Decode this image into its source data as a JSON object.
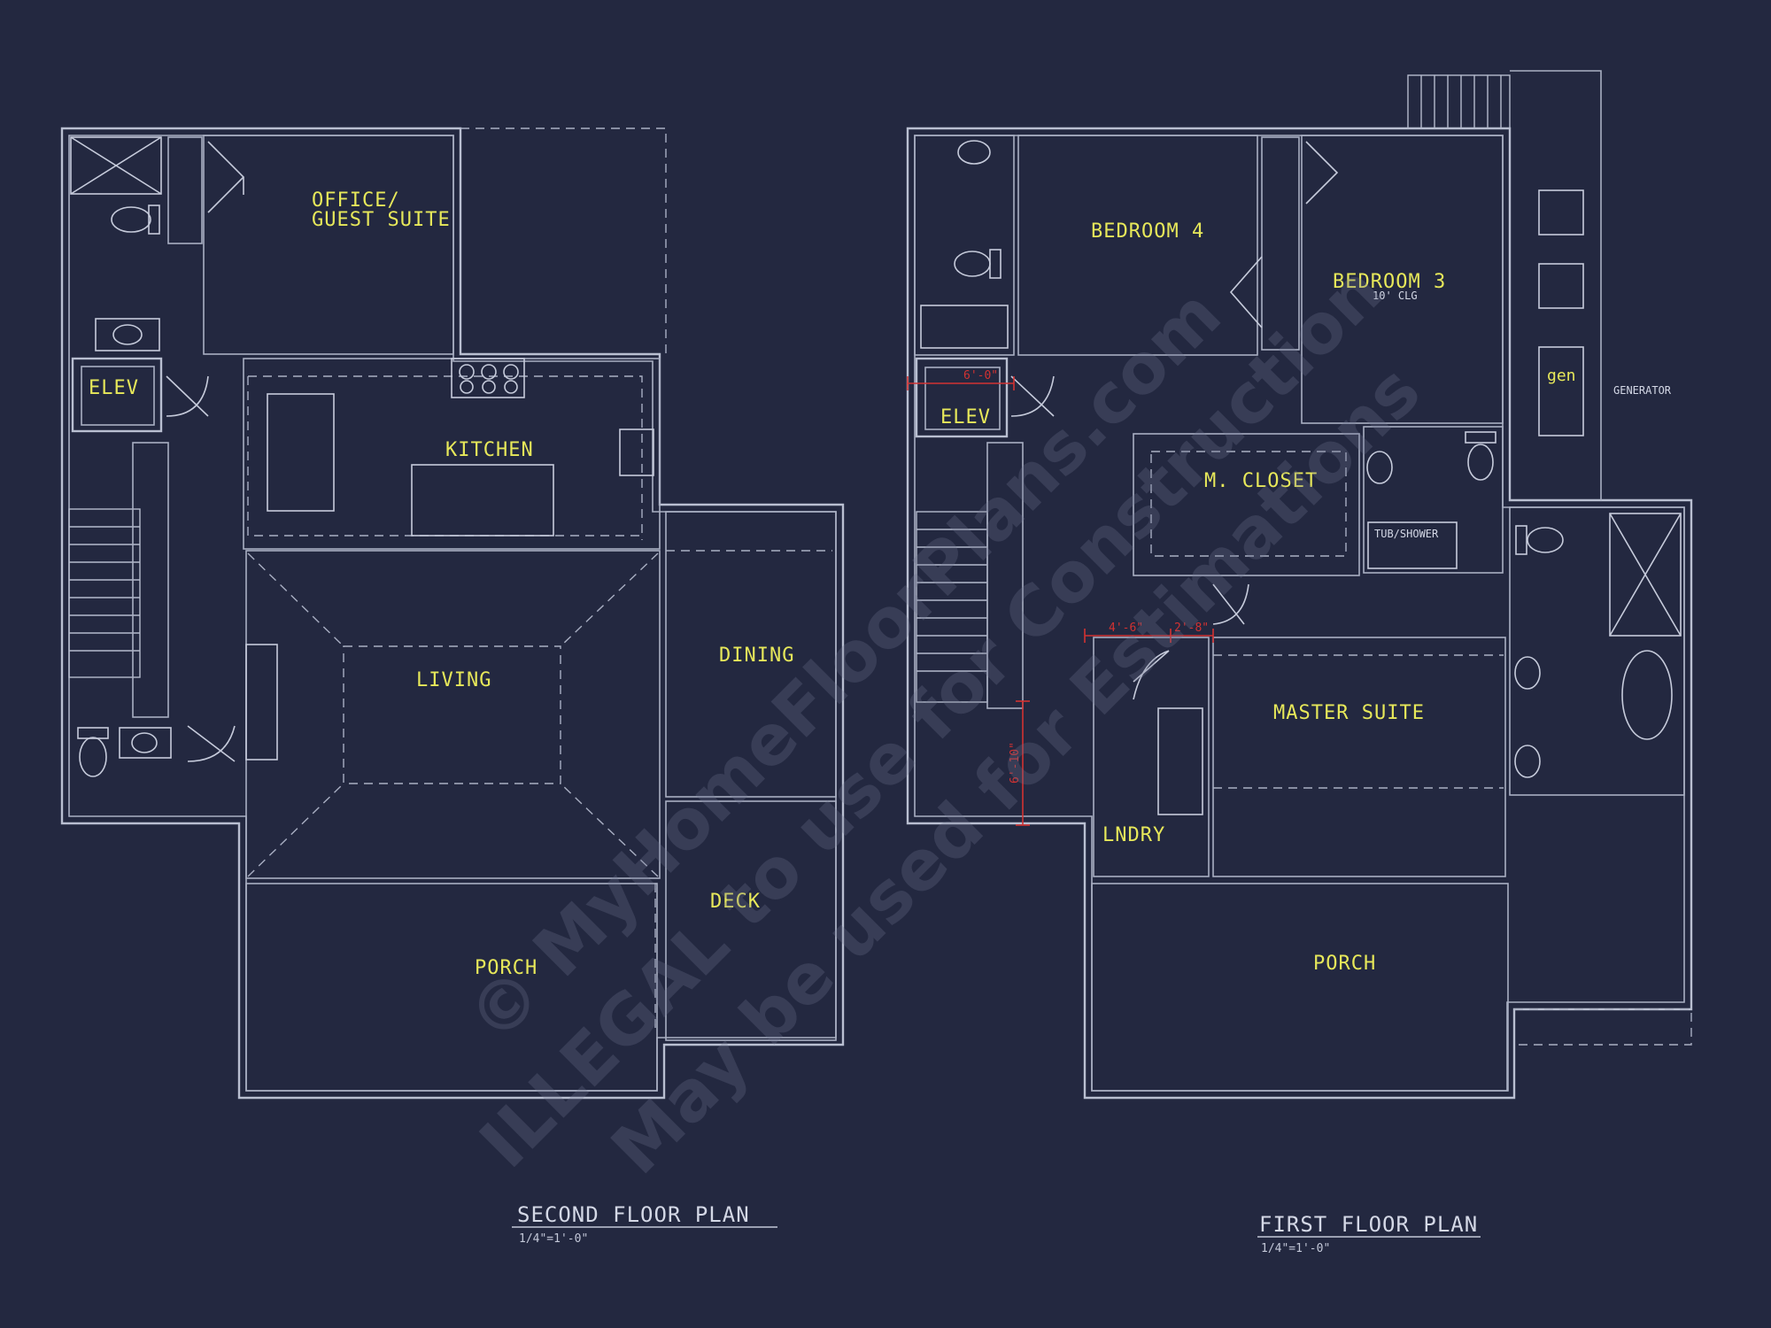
{
  "watermark": {
    "line1": "© MyHomeFloorPlans.com",
    "line2": "ILLEGAL to use for Construction",
    "line3": "May be used for Estimations"
  },
  "second_floor": {
    "title": "SECOND FLOOR PLAN",
    "scale": "1/4\"=1'-0\"",
    "rooms": {
      "office_line1": "OFFICE/",
      "office_line2": "GUEST SUITE",
      "elev": "ELEV",
      "kitchen": "KITCHEN",
      "living": "LIVING",
      "dining": "DINING",
      "deck": "DECK",
      "porch": "PORCH"
    }
  },
  "first_floor": {
    "title": "FIRST FLOOR PLAN",
    "scale": "1/4\"=1'-0\"",
    "rooms": {
      "bedroom4": "BEDROOM 4",
      "bedroom3": "BEDROOM 3",
      "bedroom3_ceiling": "10' CLG",
      "elev": "ELEV",
      "gen": "gen",
      "generator": "GENERATOR",
      "closet": "M. CLOSET",
      "tub_shower": "TUB/SHOWER",
      "master": "MASTER SUITE",
      "laundry": "LNDRY",
      "porch": "PORCH"
    },
    "dimensions": {
      "elev_width": "6'-0\"",
      "hall_a": "4'-6\"",
      "hall_b": "2'-8\"",
      "laundry_height": "6'-10\""
    }
  }
}
